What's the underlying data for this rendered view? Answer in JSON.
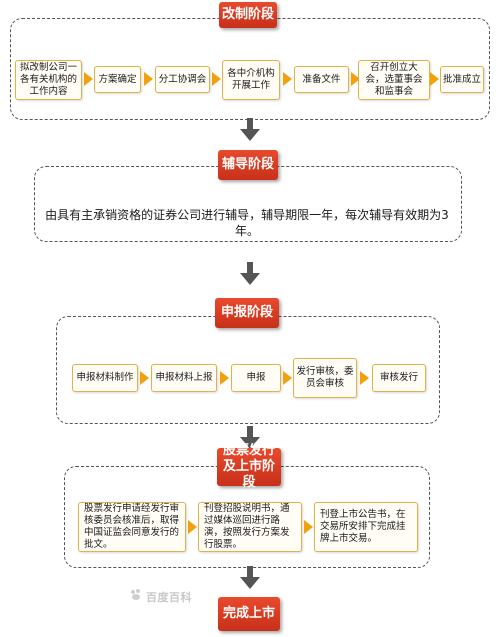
{
  "stages": [
    {
      "label": "改制阶段"
    },
    {
      "label": "辅导阶段"
    },
    {
      "label": "申报阶段"
    },
    {
      "label_line1": "股票发行",
      "label_line2": "及上市阶段"
    },
    {
      "label": "完成上市"
    }
  ],
  "restructure_steps": [
    "拟改制公司一各有关机构的工作内容",
    "方案确定",
    "分工协调会",
    "各中介机构开展工作",
    "准备文件",
    "召开创立大会，选董事会和监事会",
    "批准成立"
  ],
  "tutoring_note": "由具有主承销资格的证券公司进行辅导，辅导期限一年，每次辅导有效期为3年。",
  "application_steps": [
    "申报材料制作",
    "申报材料上报",
    "申报",
    "发行审核，委员会审核",
    "审核发行"
  ],
  "listing_steps": [
    "股票发行申请经发行审核委员会核准后，取得中国证监会同意发行的批文。",
    "刊登招股说明书，通过媒体巡回进行路演，按照发行方案发行股票。",
    "刊登上市公告书，在交易所安排下完成挂牌上市交易。"
  ],
  "watermark": "百度百科",
  "colors": {
    "stage_red": "#d63b1f",
    "step_arrow": "#f2a10c",
    "box_border": "#e2b24a",
    "down_arrow": "#555555"
  }
}
